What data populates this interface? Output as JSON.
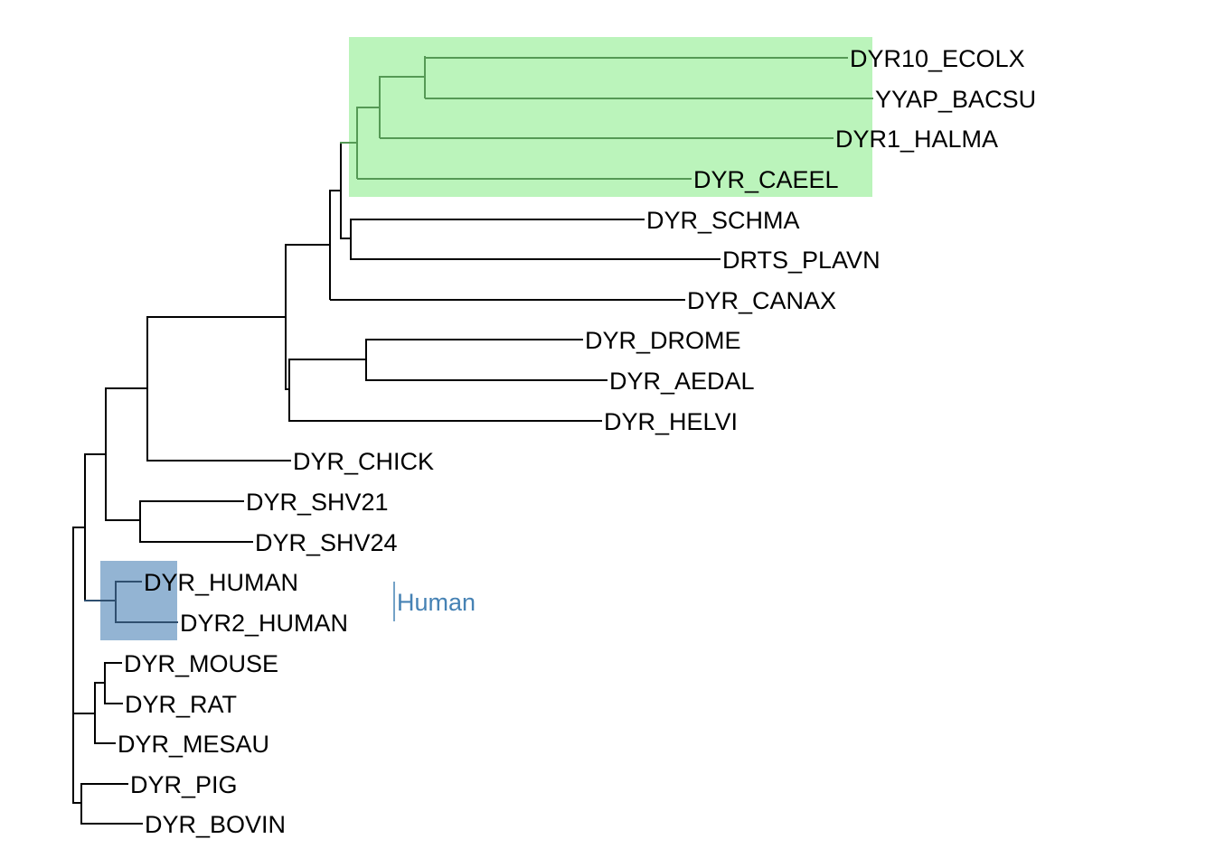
{
  "tips": [
    "DYR10_ECOLX",
    "YYAP_BACSU",
    "DYR1_HALMA",
    "DYR_CAEEL",
    "DYR_SCHMA",
    "DRTS_PLAVN",
    "DYR_CANAX",
    "DYR_DROME",
    "DYR_AEDAL",
    "DYR_HELVI",
    "DYR_CHICK",
    "DYR_SHV21",
    "DYR_SHV24",
    "DYR_HUMAN",
    "DYR2_HUMAN",
    "DYR_MOUSE",
    "DYR_RAT",
    "DYR_MESAU",
    "DYR_PIG",
    "DYR_BOVIN"
  ],
  "highlights": [
    {
      "clade": [
        "DYR10_ECOLX",
        "YYAP_BACSU",
        "DYR1_HALMA",
        "DYR_CAEEL"
      ],
      "fill": "#bbf4bb",
      "branch_color": "#559955"
    },
    {
      "clade": [
        "DYR_HUMAN",
        "DYR2_HUMAN"
      ],
      "fill": "#93b4d3",
      "branch_color": "#2f4f6f"
    }
  ],
  "clade_label": {
    "text": "Human",
    "clade": [
      "DYR_HUMAN",
      "DYR2_HUMAN"
    ],
    "color": "#4682b4"
  },
  "colors": {
    "branch": "#000000"
  }
}
